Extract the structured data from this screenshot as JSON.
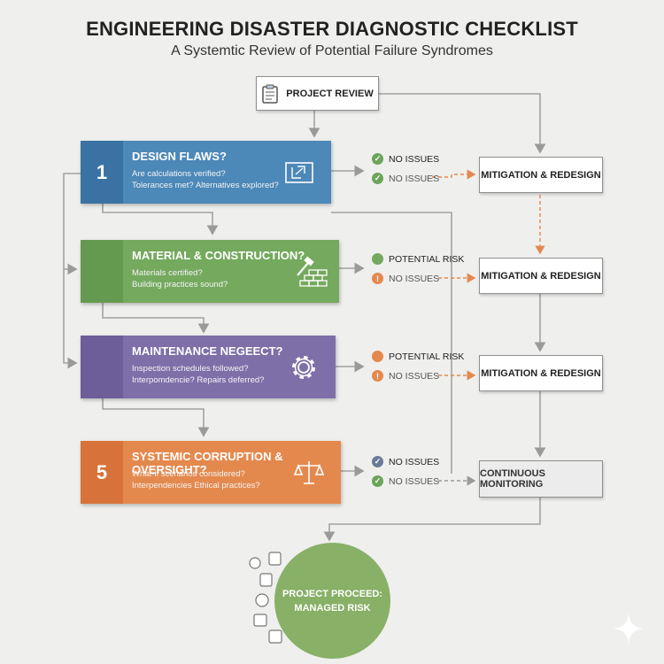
{
  "header": {
    "title": "ENGINEERING DISASTER DIAGNOSTIC CHECKLIST",
    "subtitle": "A Systemtic Review of Potential Failure Syndromes"
  },
  "start": {
    "label": "PROJECT REVIEW",
    "icon": "clipboard-icon"
  },
  "stages": [
    {
      "number": "1",
      "title": "DESIGN FLAWS?",
      "q1": "Are calculations verified?",
      "q2": "Tolerances met? Alternatives explored?",
      "color": "#4c88b8",
      "icon": "blueprint-icon"
    },
    {
      "number": "",
      "title": "MATERIAL & CONSTRUCTION?",
      "q1": "Materials certified?",
      "q2": "Building practices sound?",
      "color": "#74a95e",
      "icon": "bricks-hammer-icon"
    },
    {
      "number": "",
      "title": "MAINTENANCE NEGEECT?",
      "q1": "Inspection schedules followed?",
      "q2": "Interpomdencie? Repairs deferred?",
      "color": "#7e6fa9",
      "icon": "gear-icon"
    },
    {
      "number": "5",
      "title": "SYSTEMIC CORRUPTION & OVERSIGHT?",
      "q1": "What-if scenarios considered?",
      "q2": "Interpendencies Ethical practices?",
      "color": "#e4894e",
      "icon": "scales-icon"
    }
  ],
  "statuses": [
    [
      {
        "label": "NO ISSUES",
        "kind": "check",
        "color": "#6aa55a"
      },
      {
        "label": "NO ISSUES",
        "kind": "check",
        "color": "#6aa55a"
      }
    ],
    [
      {
        "label": "POTENTIAL RISK",
        "kind": "dot",
        "color": "#74a95e"
      },
      {
        "label": "NO ISSUES",
        "kind": "warn",
        "color": "#e4894e"
      }
    ],
    [
      {
        "label": "POTENTIAL RISK",
        "kind": "dot",
        "color": "#e4894e"
      },
      {
        "label": "NO ISSUES",
        "kind": "warn",
        "color": "#e4894e"
      }
    ],
    [
      {
        "label": "NO ISSUES",
        "kind": "check",
        "color": "#6a7a9a"
      },
      {
        "label": "NO ISSUES",
        "kind": "check",
        "color": "#6aa55a"
      }
    ]
  ],
  "actions": [
    "MITIGATION & REDESIGN",
    "MITIGATION & REDESIGN",
    "MITIGATION & REDESIGN",
    "CONTINUOUS MONITORING"
  ],
  "final": {
    "line1": "PROJECT PROCEED:",
    "line2": "MANAGED RISK",
    "color": "#88b067"
  },
  "colors": {
    "arrow": "#9a9a9a",
    "risk_arrow": "#e4894e"
  }
}
